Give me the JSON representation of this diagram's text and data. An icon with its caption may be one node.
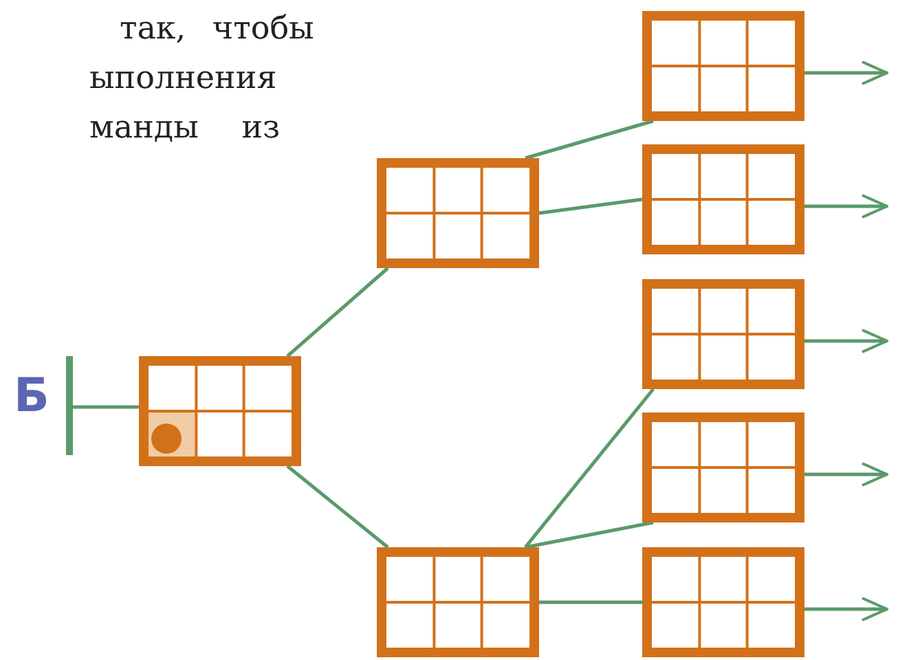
{
  "diagram": {
    "nodes": [
      {
        "text": [],
        "shape": "bar",
        "beside": [
          "Б"
        ]
      },
      {
        "text": [],
        "shape": "box"
      },
      {
        "text": [],
        "shape": "box"
      },
      {
        "text": [],
        "shape": "box"
      },
      {
        "text": [],
        "shape": "box"
      },
      {
        "text": [],
        "shape": "box"
      },
      {
        "text": [],
        "shape": "box"
      },
      {
        "text": [],
        "shape": "box"
      },
      {
        "text": [],
        "shape": "box"
      }
    ],
    "edges": [
      {
        "from": 0,
        "to": 1,
        "arrow": "none"
      },
      {
        "from": 1,
        "to": 2,
        "arrow": "none"
      },
      {
        "from": 1,
        "to": 3,
        "arrow": "none"
      },
      {
        "from": 2,
        "to": 4,
        "arrow": "none"
      },
      {
        "from": 2,
        "to": 5,
        "arrow": "none"
      },
      {
        "from": 3,
        "to": 6,
        "arrow": "none"
      },
      {
        "from": 3,
        "to": 7,
        "arrow": "none"
      },
      {
        "from": 3,
        "to": 8,
        "arrow": "none"
      },
      {
        "from": 4,
        "to": null,
        "arrow": "to"
      },
      {
        "from": 5,
        "to": null,
        "arrow": "to"
      },
      {
        "from": 6,
        "to": null,
        "arrow": "to"
      },
      {
        "from": 7,
        "to": null,
        "arrow": "to"
      },
      {
        "from": 8,
        "to": null,
        "arrow": "to"
      }
    ],
    "labels": [
      "так, чтобы",
      "ыполнения",
      "манды из"
    ]
  }
}
